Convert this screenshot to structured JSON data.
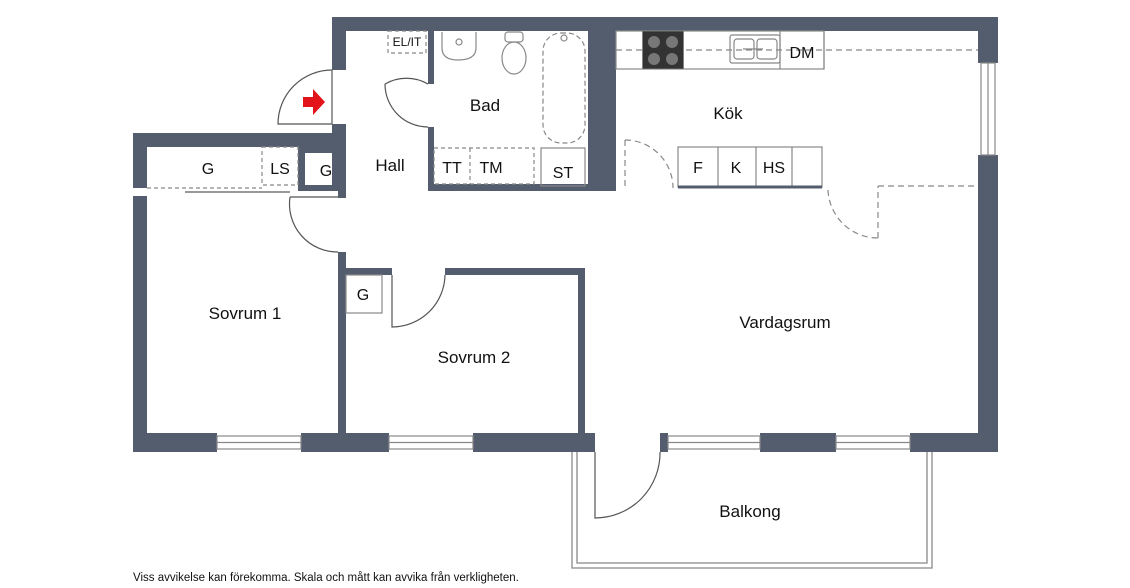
{
  "rooms": {
    "bad": "Bad",
    "kok": "Kök",
    "hall": "Hall",
    "sovrum1": "Sovrum 1",
    "sovrum2": "Sovrum 2",
    "vardagsrum": "Vardagsrum",
    "balkong": "Balkong"
  },
  "fixtures": {
    "el_it": "EL/IT",
    "dm": "DM",
    "tt": "TT",
    "tm": "TM",
    "st": "ST",
    "f": "F",
    "k": "K",
    "hs": "HS",
    "g_bedroom1": "G",
    "ls": "LS",
    "g_hall": "G",
    "g_bedroom2": "G"
  },
  "colors": {
    "wall": "#545d6e",
    "entrance_arrow": "#e3131b"
  },
  "icons": {
    "entrance": "arrow-right-icon"
  },
  "disclaimer": "Viss avvikelse kan förekomma. Skala och mått kan avvika från verkligheten."
}
